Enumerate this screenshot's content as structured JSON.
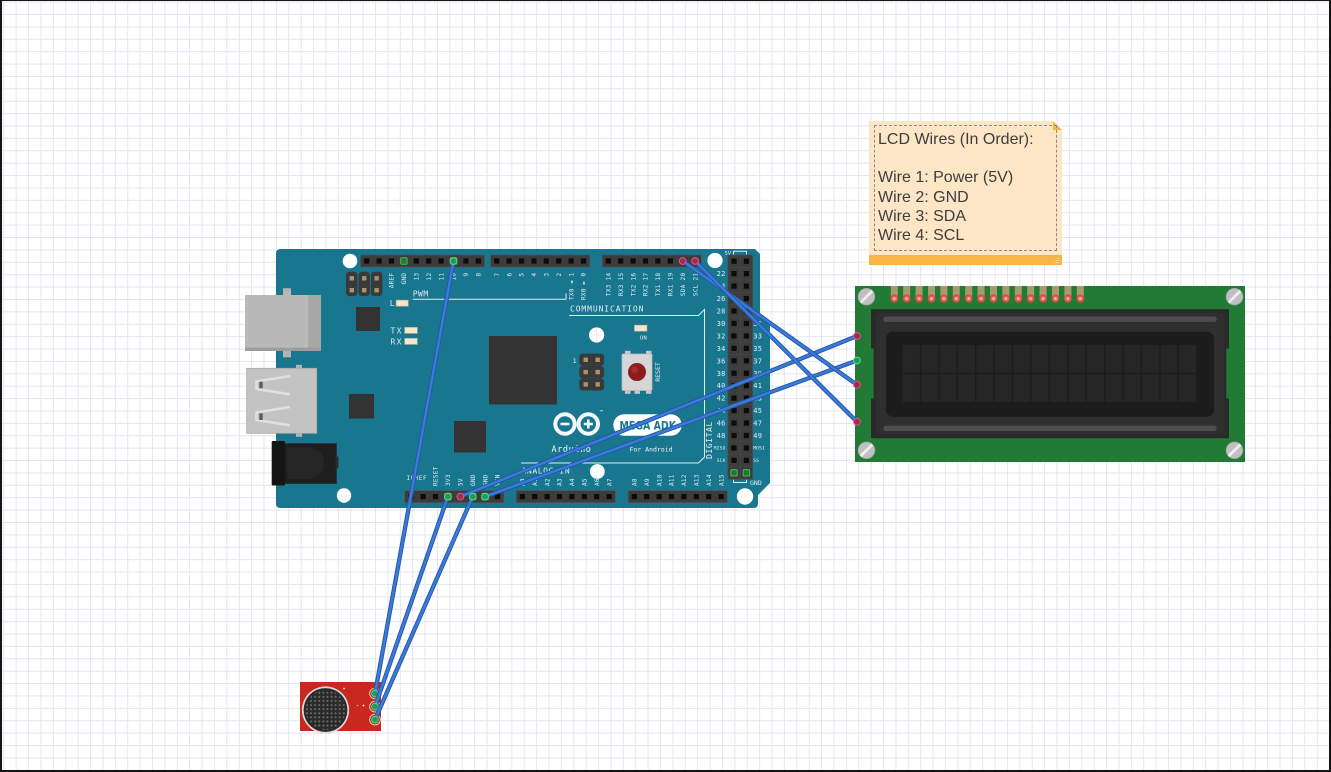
{
  "colors": {
    "arduino_board": "#18778f",
    "silkscreen": "#e2edf1",
    "lcd_pcb": "#227b35",
    "mic_board": "#c8281d",
    "wire": "#3a7bd9",
    "wire_edge": "#2453a6",
    "wire_end_connected": "#1f9d55",
    "wire_end_connected_ring": "#53d98a",
    "wire_end_unconnected": "#9d2b57",
    "wire_end_unconnected_ring": "#e2557f",
    "pin_connected": "#1f7a30",
    "pin_connected_ring": "#45b65a",
    "note_body": "#fde6c5",
    "note_bar": "#f8b546",
    "note_text": "#3d3d3d"
  },
  "note": {
    "title": "LCD Wires (In Order):",
    "lines": [
      "Wire 1: Power (5V)",
      "Wire 2: GND",
      "Wire 3: SDA",
      "Wire 4: SCL"
    ]
  },
  "arduino": {
    "logo": {
      "brand": "Arduino",
      "trademark": "™",
      "badge": "MEGA ADK",
      "subtitle": "For Android"
    },
    "labels": {
      "pwm": "PWM",
      "communication": "COMMUNICATION",
      "digital": "DIGITAL",
      "analog_in": "ANALOG IN",
      "ioref": "IOREF",
      "reset": "RESET",
      "icsp_pin1": "1",
      "digital_header_top": "5V",
      "digital_header_bottom": "GND"
    },
    "leds": {
      "l": "L",
      "tx": "TX",
      "rx": "RX",
      "on": "ON"
    },
    "top_header": [
      {
        "group": "pwm",
        "pins": [
          {
            "id": "top-1",
            "label": ""
          },
          {
            "id": "top-2",
            "label": ""
          },
          {
            "id": "AREF",
            "label": "AREF"
          },
          {
            "id": "GND-top",
            "label": "GND",
            "connected": true
          },
          {
            "id": "13",
            "label": "13"
          },
          {
            "id": "12",
            "label": "12"
          },
          {
            "id": "11",
            "label": "11"
          },
          {
            "id": "10",
            "label": "10",
            "connected": true
          },
          {
            "id": "9",
            "label": "9"
          },
          {
            "id": "8",
            "label": "8"
          }
        ]
      },
      {
        "group": "digital",
        "pins": [
          {
            "id": "7",
            "label": "7"
          },
          {
            "id": "6",
            "label": "6"
          },
          {
            "id": "5",
            "label": "5"
          },
          {
            "id": "4",
            "label": "4"
          },
          {
            "id": "3",
            "label": "3"
          },
          {
            "id": "2",
            "label": "2"
          },
          {
            "id": "1",
            "label": "TX0 ◄ 1"
          },
          {
            "id": "0",
            "label": "RX0 ► 0"
          }
        ]
      },
      {
        "group": "communication",
        "pins": [
          {
            "id": "14",
            "label": "TX3 14"
          },
          {
            "id": "15",
            "label": "RX3 15"
          },
          {
            "id": "16",
            "label": "TX2 16"
          },
          {
            "id": "17",
            "label": "RX2 17"
          },
          {
            "id": "18",
            "label": "TX1 18"
          },
          {
            "id": "19",
            "label": "RX1 19"
          },
          {
            "id": "20",
            "label": "SDA 20"
          },
          {
            "id": "21",
            "label": "SCL 21"
          }
        ]
      }
    ],
    "bottom_header": [
      {
        "group": "power",
        "pins": [
          {
            "id": "power-1",
            "label": ""
          },
          {
            "id": "IOREF",
            "label": ""
          },
          {
            "id": "RESET",
            "label": "RESET"
          },
          {
            "id": "3V3",
            "label": "3V3",
            "connected": true
          },
          {
            "id": "5V",
            "label": "5V"
          },
          {
            "id": "GND-1",
            "label": "GND",
            "connected": true
          },
          {
            "id": "GND-2",
            "label": "GND",
            "connected": true
          },
          {
            "id": "VIN",
            "label": "VIN"
          }
        ]
      },
      {
        "group": "analog-low",
        "pins": [
          {
            "id": "A0",
            "label": "A0"
          },
          {
            "id": "A1",
            "label": "A1"
          },
          {
            "id": "A2",
            "label": "A2"
          },
          {
            "id": "A3",
            "label": "A3"
          },
          {
            "id": "A4",
            "label": "A4"
          },
          {
            "id": "A5",
            "label": "A5"
          },
          {
            "id": "A6",
            "label": "A6"
          },
          {
            "id": "A7",
            "label": "A7"
          }
        ]
      },
      {
        "group": "analog-high",
        "pins": [
          {
            "id": "A8",
            "label": "A8"
          },
          {
            "id": "A9",
            "label": "A9"
          },
          {
            "id": "A10",
            "label": "A10"
          },
          {
            "id": "A11",
            "label": "A11"
          },
          {
            "id": "A12",
            "label": "A12"
          },
          {
            "id": "A13",
            "label": "A13"
          },
          {
            "id": "A14",
            "label": "A14"
          },
          {
            "id": "A15",
            "label": "A15"
          }
        ]
      }
    ],
    "digital_header": [
      {
        "left": {
          "id": "5V-1",
          "label": ""
        },
        "right": {
          "id": "5V-2",
          "label": ""
        }
      },
      {
        "left": {
          "id": "22",
          "label": "22"
        },
        "right": {
          "id": "23",
          "label": ""
        }
      },
      {
        "left": {
          "id": "24",
          "label": "24"
        },
        "right": {
          "id": "25",
          "label": ""
        }
      },
      {
        "left": {
          "id": "26",
          "label": "26"
        },
        "right": {
          "id": "27",
          "label": ""
        }
      },
      {
        "left": {
          "id": "28",
          "label": "28"
        },
        "right": {
          "id": "29",
          "label": ""
        }
      },
      {
        "left": {
          "id": "30",
          "label": "30"
        },
        "right": {
          "id": "31",
          "label": "31"
        }
      },
      {
        "left": {
          "id": "32",
          "label": "32"
        },
        "right": {
          "id": "33",
          "label": "33"
        }
      },
      {
        "left": {
          "id": "34",
          "label": "34"
        },
        "right": {
          "id": "35",
          "label": "35"
        }
      },
      {
        "left": {
          "id": "36",
          "label": "36"
        },
        "right": {
          "id": "37",
          "label": "37"
        }
      },
      {
        "left": {
          "id": "38",
          "label": "38"
        },
        "right": {
          "id": "39",
          "label": "39"
        }
      },
      {
        "left": {
          "id": "40",
          "label": "40"
        },
        "right": {
          "id": "41",
          "label": "41"
        }
      },
      {
        "left": {
          "id": "42",
          "label": "42"
        },
        "right": {
          "id": "43",
          "label": "43"
        }
      },
      {
        "left": {
          "id": "44",
          "label": "44"
        },
        "right": {
          "id": "45",
          "label": "45"
        }
      },
      {
        "left": {
          "id": "46",
          "label": "46"
        },
        "right": {
          "id": "47",
          "label": "47"
        }
      },
      {
        "left": {
          "id": "48",
          "label": "48"
        },
        "right": {
          "id": "49",
          "label": "49"
        }
      },
      {
        "left": {
          "id": "50",
          "label": "MISO"
        },
        "right": {
          "id": "51",
          "label": "MOSI"
        }
      },
      {
        "left": {
          "id": "52",
          "label": "SCK"
        },
        "right": {
          "id": "53",
          "label": "SS"
        }
      },
      {
        "left": {
          "id": "GND-3",
          "label": "",
          "connected": true
        },
        "right": {
          "id": "GND-4",
          "label": "",
          "connected": true
        }
      }
    ]
  },
  "lcd": {
    "columns": 16,
    "rows": 2,
    "header_pins": 16,
    "side_pins": [
      "1",
      "2",
      "3",
      "4"
    ]
  },
  "mic": {
    "pins": [
      "1",
      "2",
      "3"
    ]
  },
  "wires": [
    {
      "from": {
        "part": "arduino",
        "pin": "5V",
        "connected": false
      },
      "to": {
        "part": "lcd",
        "pin": "1",
        "connected": false
      }
    },
    {
      "from": {
        "part": "arduino",
        "pin": "GND-2",
        "connected": true
      },
      "to": {
        "part": "lcd",
        "pin": "2",
        "connected": true
      }
    },
    {
      "from": {
        "part": "arduino",
        "pin": "20",
        "connected": false
      },
      "to": {
        "part": "lcd",
        "pin": "3",
        "connected": false
      }
    },
    {
      "from": {
        "part": "arduino",
        "pin": "21",
        "connected": false
      },
      "to": {
        "part": "lcd",
        "pin": "4",
        "connected": false
      }
    },
    {
      "from": {
        "part": "arduino",
        "pin": "10",
        "connected": true
      },
      "to": {
        "part": "mic",
        "pin": "1",
        "connected": true
      }
    },
    {
      "from": {
        "part": "arduino",
        "pin": "3V3",
        "connected": true
      },
      "to": {
        "part": "mic",
        "pin": "2",
        "connected": true
      }
    },
    {
      "from": {
        "part": "arduino",
        "pin": "GND-1",
        "connected": true
      },
      "to": {
        "part": "mic",
        "pin": "3",
        "connected": true
      }
    }
  ]
}
